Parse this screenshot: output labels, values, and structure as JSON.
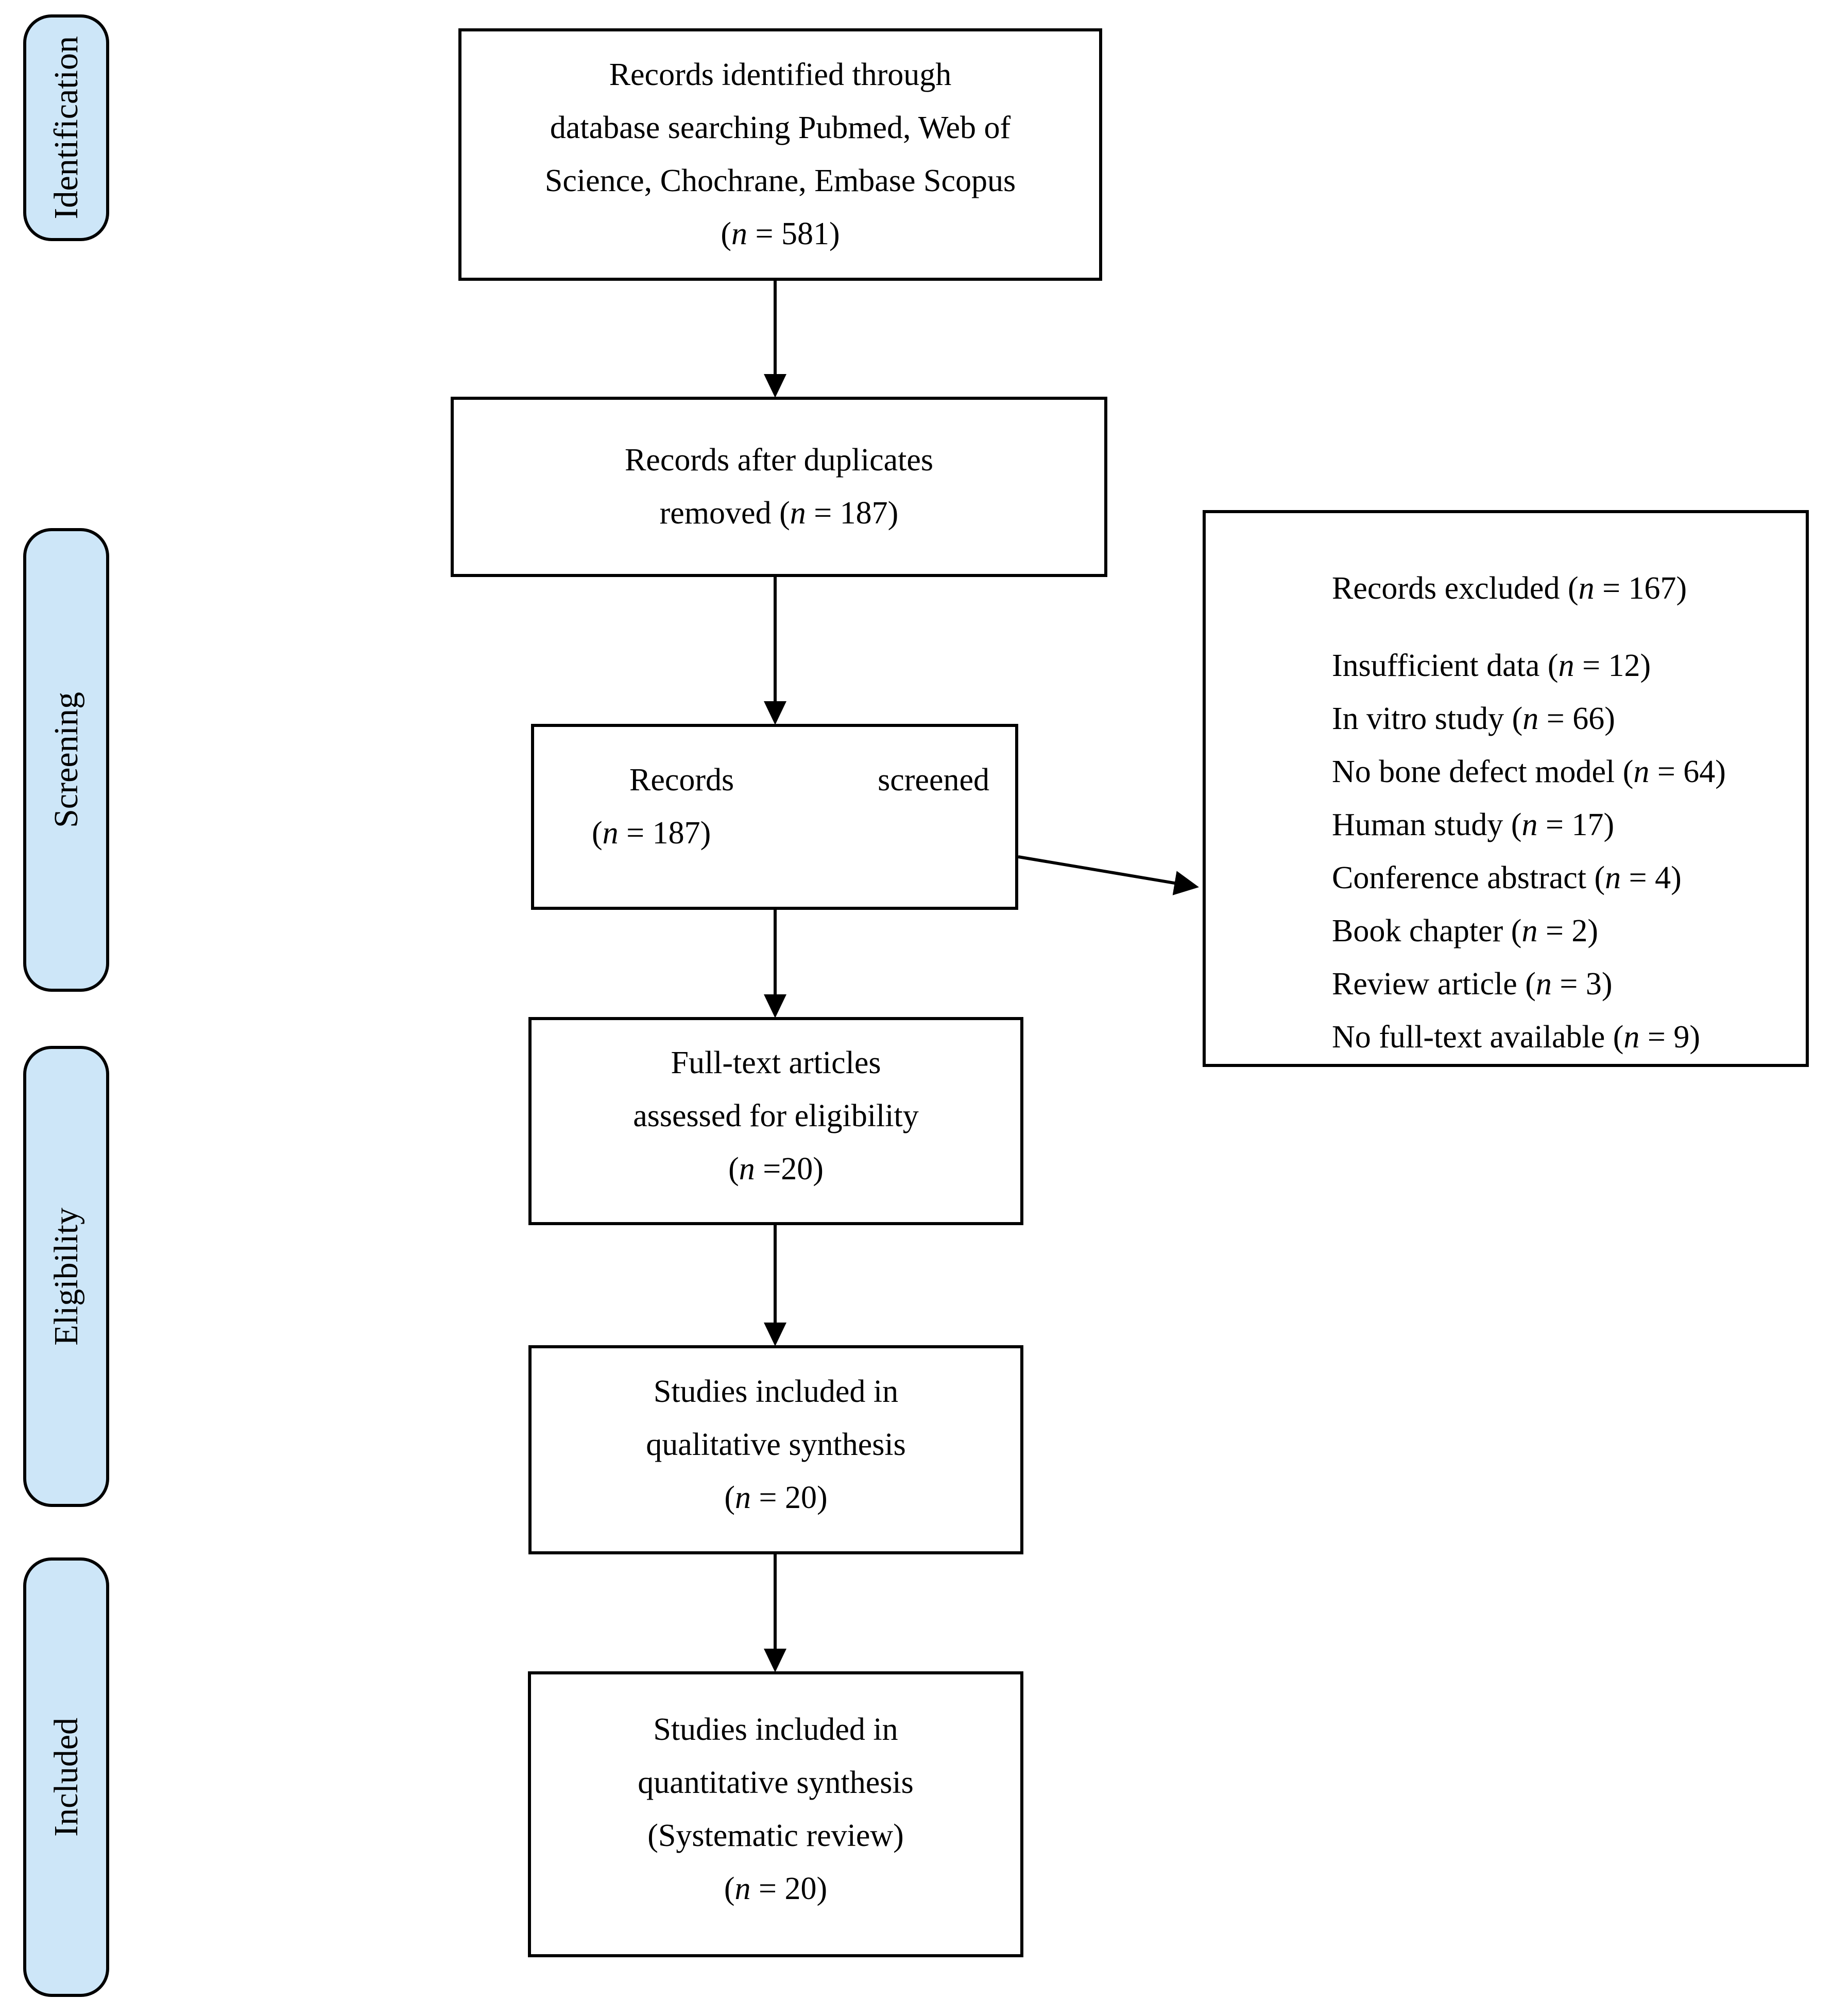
{
  "diagram": {
    "stages": [
      {
        "label": "Identification"
      },
      {
        "label": "Screening"
      },
      {
        "label": "Eligibility"
      },
      {
        "label": "Included"
      }
    ],
    "boxes": {
      "identified": {
        "lines": [
          "Records identified through",
          "database searching Pubmed, Web of",
          "Science, Chochrane, Embase Scopus",
          "(n = 581)"
        ]
      },
      "duplicates_removed": {
        "lines": [
          "Records after duplicates",
          "removed (n = 187)"
        ]
      },
      "screened": {
        "line1_left": "Records",
        "line1_right": "screened",
        "line2": "(n = 187)"
      },
      "fulltext_assessed": {
        "lines": [
          "Full-text articles",
          "assessed for eligibility",
          "(n =20)"
        ]
      },
      "qualitative": {
        "lines": [
          "Studies included in",
          "qualitative synthesis",
          "(n = 20)"
        ]
      },
      "quantitative": {
        "lines": [
          "Studies included in",
          "quantitative synthesis",
          "(Systematic review)",
          "(n = 20)"
        ]
      },
      "excluded": {
        "title": "Records excluded (n = 167)",
        "items": [
          "Insufficient data (n = 12)",
          "In vitro study (n = 66)",
          "No bone defect model (n = 64)",
          "Human study (n = 17)",
          "Conference abstract (n = 4)",
          "Book chapter (n = 2)",
          "Review article (n = 3)",
          "No full-text available (n = 9)"
        ]
      }
    },
    "colors": {
      "stage_fill": "#cde6f8",
      "border": "#000000",
      "background": "#ffffff"
    }
  }
}
